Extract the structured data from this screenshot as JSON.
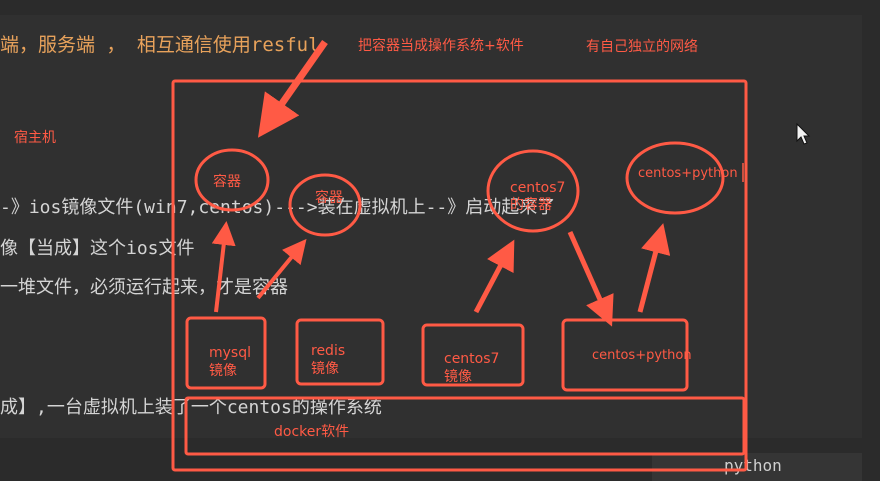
{
  "note_lines": [
    "端，服务端 ， 相互通信使用resful",
    "-》ios镜像文件(win7,centos)--->装在虚拟机上--》启动起来了",
    "像【当成】这个ios文件",
    "一堆文件，必须运行起来，才是容器",
    "成】,一台虚拟机上装了一个centos的操作系统"
  ],
  "bottom_bar_text": "python",
  "annotations": {
    "top_note": "把容器当成操作系统+软件",
    "network_note": "有自己独立的网络",
    "host_label": "宿主机"
  },
  "containers": [
    "容器",
    "容器",
    "centos7",
    "的容器",
    "centos+python"
  ],
  "images": {
    "mysql": [
      "mysql",
      "镜像"
    ],
    "redis": [
      "redis",
      "镜像"
    ],
    "centos7": [
      "centos7",
      "镜像"
    ],
    "centos_python": "centos+python"
  },
  "docker_label": "docker软件",
  "colors": {
    "annotation": "#ff5a45",
    "note_text": "#d4d4d4",
    "note_heading": "#e8a25b",
    "background": "#2b2b2b"
  }
}
